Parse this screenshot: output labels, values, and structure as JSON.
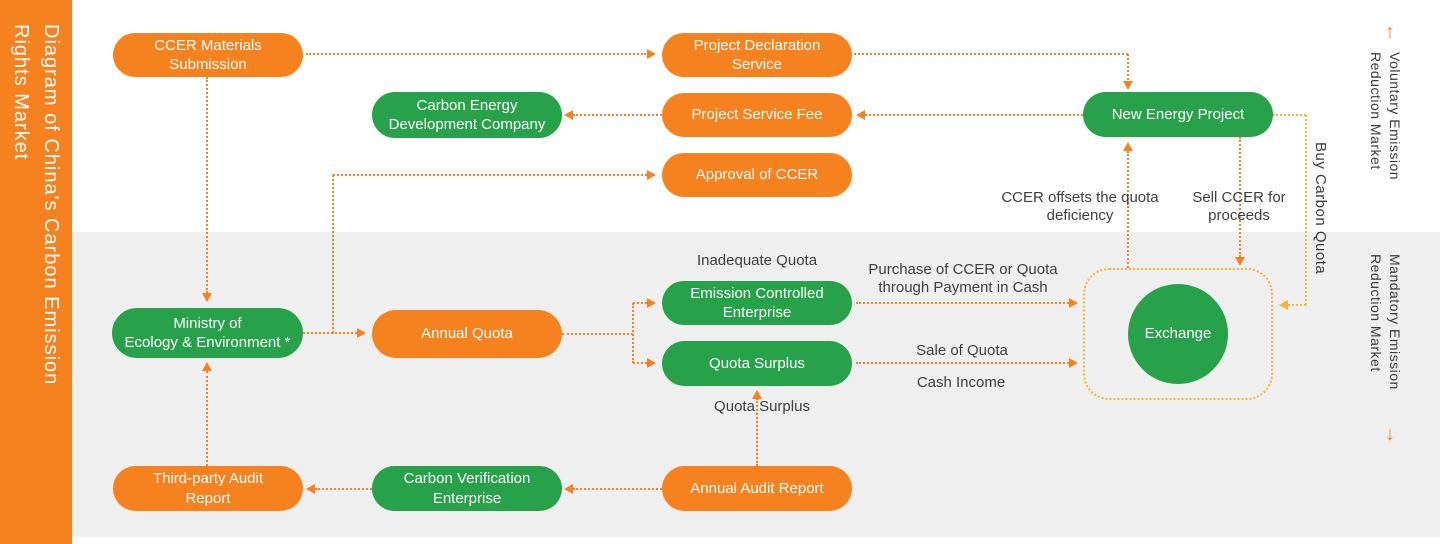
{
  "colors": {
    "orange": "#F5821F",
    "green": "#27A24A",
    "line_yellow": "#F9B233",
    "background_gray": "#EFEFEF",
    "text_dark": "#3E3E3E"
  },
  "title": "Diagram of China's Carbon Emission\nRights Market",
  "markets": {
    "voluntary": {
      "label": "Voluntary Emission\nReduction Market",
      "arrow": "↑"
    },
    "mandatory": {
      "label": "Mandatory Emission\nReduction Market",
      "arrow": "↓"
    }
  },
  "nodes": {
    "ccer_materials": {
      "label": "CCER Materials\nSubmission",
      "type": "orange"
    },
    "project_declaration": {
      "label": "Project Declaration\nService",
      "type": "orange"
    },
    "carbon_energy_dev": {
      "label": "Carbon Energy\nDevelopment Company",
      "type": "green"
    },
    "project_service_fee": {
      "label": "Project Service Fee",
      "type": "orange"
    },
    "new_energy_project": {
      "label": "New Energy Project",
      "type": "green"
    },
    "approval_ccer": {
      "label": "Approval of CCER",
      "type": "orange"
    },
    "ministry": {
      "label": "Ministry of\nEcology & Environment *",
      "type": "green"
    },
    "annual_quota": {
      "label": "Annual Quota",
      "type": "orange"
    },
    "emission_controlled": {
      "label": "Emission Controlled\nEnterprise",
      "type": "green"
    },
    "quota_surplus": {
      "label": "Quota Surplus",
      "type": "green"
    },
    "exchange": {
      "label": "Exchange",
      "type": "green-circle"
    },
    "third_party_audit": {
      "label": "Third-party Audit\nReport",
      "type": "orange"
    },
    "carbon_verification": {
      "label": "Carbon Verification\nEnterprise",
      "type": "green"
    },
    "annual_audit": {
      "label": "Annual Audit Report",
      "type": "orange"
    }
  },
  "labels": {
    "inadequate_quota": "Inadequate Quota",
    "purchase_ccer": "Purchase of CCER or Quota\nthrough Payment in Cash",
    "sale_of_quota": "Sale of Quota",
    "cash_income": "Cash Income",
    "quota_surplus_flow": "Quota Surplus",
    "ccer_offsets": "CCER offsets the quota\ndeficiency",
    "sell_ccer": "Sell CCER for\nproceeds",
    "buy_carbon_quota": "Buy Carbon Quota"
  }
}
